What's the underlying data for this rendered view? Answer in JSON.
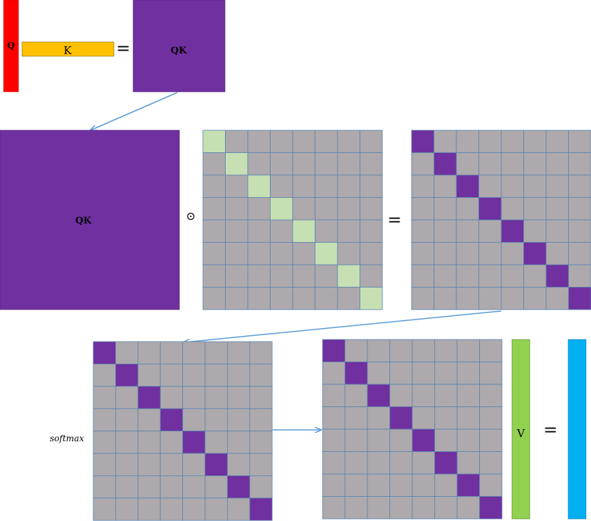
{
  "labels": {
    "q": "Q",
    "k": "K",
    "qk_top": "QK",
    "qk_big": "QK",
    "v": "V",
    "equals_1": "=",
    "equals_2": "=",
    "equals_3": "=",
    "odot": "⊙",
    "softmax": "softmax"
  },
  "grid": {
    "size": 8
  },
  "colors": {
    "q": "#ff0000",
    "k": "#ffc000",
    "qk": "#7030a0",
    "v": "#92d050",
    "output": "#00b0f0",
    "grid_cell": "#ada9ac",
    "grid_line": "#5b84b1",
    "mask_diag": "#c6e0b4",
    "arrow": "#5b9bd5"
  }
}
